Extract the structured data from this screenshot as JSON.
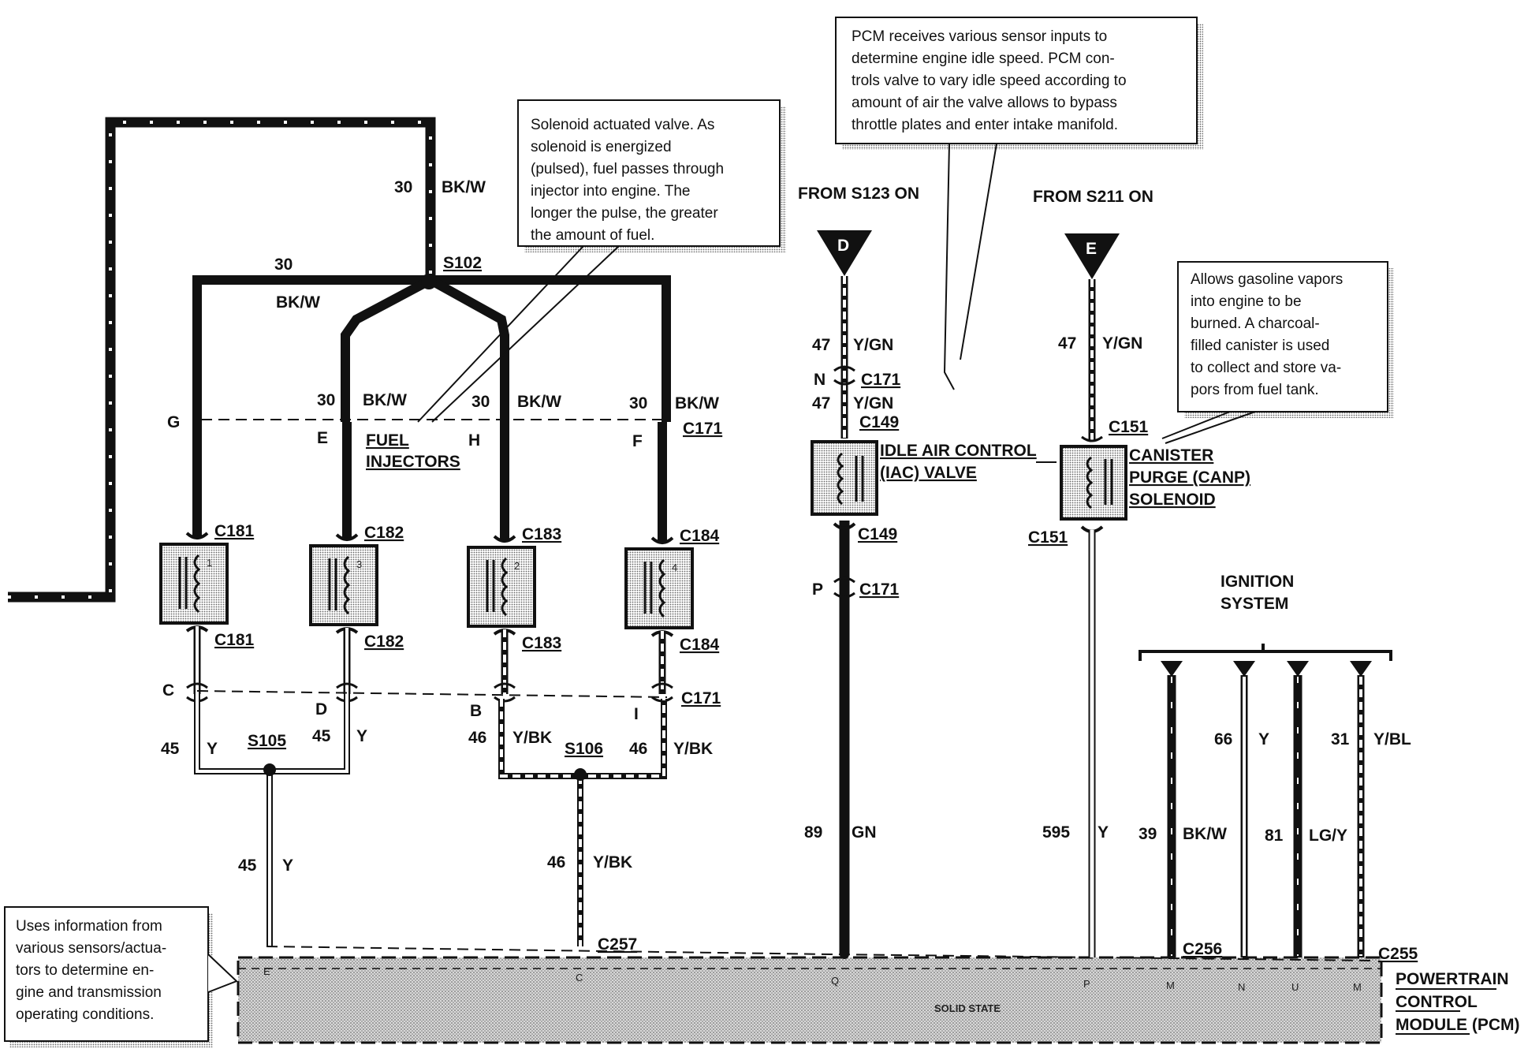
{
  "notes": {
    "injector": [
      "Solenoid actuated valve.  As",
      "solenoid is energized",
      "(pulsed), fuel passes through",
      "injector into engine.  The",
      "longer the pulse, the greater",
      "the amount of fuel."
    ],
    "pcm_idle": [
      "PCM receives various sensor inputs to",
      "determine engine idle speed.  PCM con-",
      "trols valve to vary idle speed according to",
      "amount of air the valve allows to bypass",
      "throttle plates and enter intake manifold."
    ],
    "canister": [
      "Allows gasoline vapors",
      "into engine to be",
      "burned.  A charcoal-",
      "filled canister is used",
      "to collect and store va-",
      "pors from fuel tank."
    ],
    "pcm_info": [
      "Uses information from",
      "various sensors/actua-",
      "tors to determine en-",
      "gine and transmission",
      "operating conditions."
    ]
  },
  "labels": {
    "from_s123": "FROM S123 ON",
    "from_s211": "FROM S211 ON",
    "marker_d": "D",
    "marker_e": "E",
    "s102": "S102",
    "s105": "S105",
    "s106": "S106",
    "fuel_injectors": [
      "FUEL",
      "INJECTORS"
    ],
    "iac": [
      "IDLE AIR CONTROL",
      "(IAC) VALVE"
    ],
    "canp": [
      "CANISTER",
      "PURGE (CANP)",
      "SOLENOID"
    ],
    "ignition": [
      "IGNITION",
      "SYSTEM"
    ],
    "pcm": [
      "POWERTRAIN",
      "CONTROL",
      "MODULE (PCM)"
    ],
    "solid_state": "SOLID STATE"
  },
  "wires": {
    "w30": "30",
    "bkw": "BK/W",
    "w45": "45",
    "y": "Y",
    "w46": "46",
    "ybk": "Y/BK",
    "w47": "47",
    "ygn": "Y/GN",
    "w89": "89",
    "gn": "GN",
    "w595": "595",
    "w39": "39",
    "w81": "81",
    "lgy": "LG/Y",
    "w66": "66",
    "w31": "31",
    "ybl": "Y/BL"
  },
  "connectors": {
    "c171": "C171",
    "c181": "C181",
    "c182": "C182",
    "c183": "C183",
    "c184": "C184",
    "c149": "C149",
    "c151": "C151",
    "c257": "C257",
    "c256": "C256",
    "c255": "C255"
  },
  "pins": {
    "g": "G",
    "e": "E",
    "h": "H",
    "f": "F",
    "c": "C",
    "d": "D",
    "b": "B",
    "i": "I",
    "n": "N",
    "p": "P"
  },
  "pcm_pins": [
    "E",
    "C",
    "Q",
    "P",
    "M",
    "N",
    "U",
    "M"
  ],
  "injector_numbers": [
    "1",
    "3",
    "2",
    "4"
  ]
}
